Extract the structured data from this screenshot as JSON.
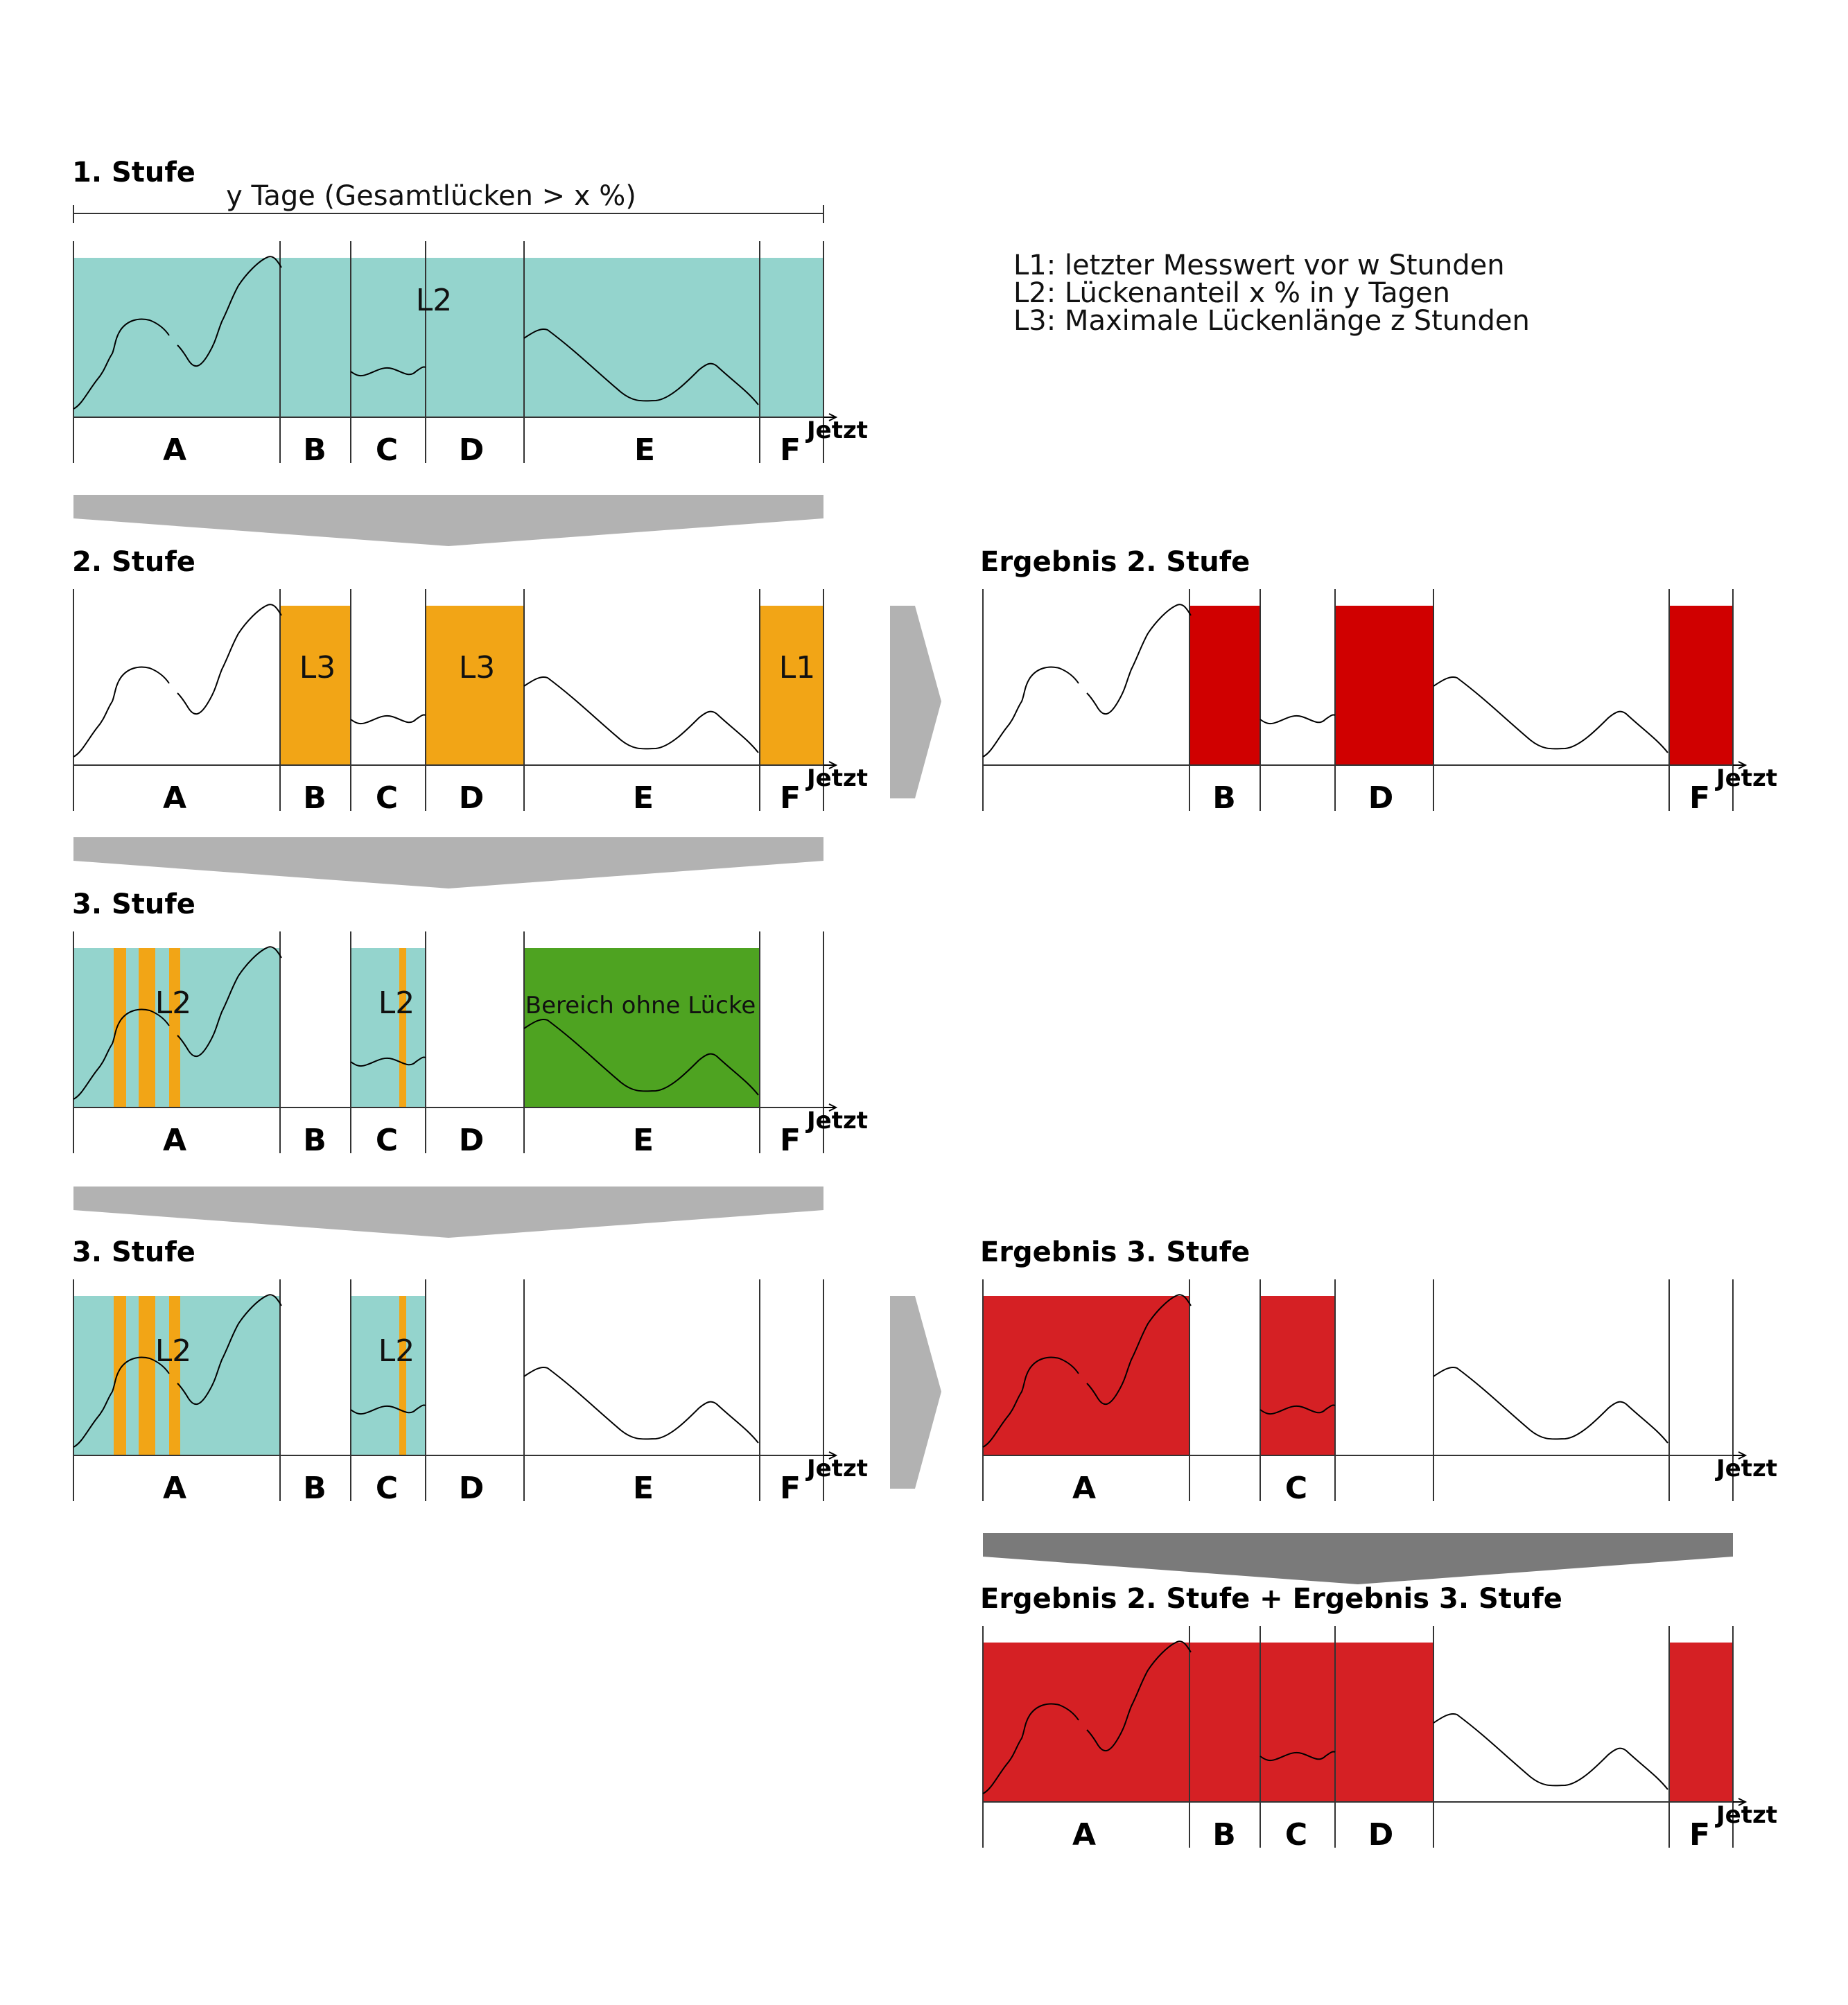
{
  "headings": {
    "stage1": "1. Stufe",
    "span": "y Tage (Gesamtlücken > x %)",
    "stage2": "2. Stufe",
    "stage3a": "3. Stufe",
    "stage3b": "3. Stufe",
    "result2": "Ergebnis 2. Stufe",
    "result3": "Ergebnis 3. Stufe",
    "combined": "Ergebnis 2. Stufe + Ergebnis 3. Stufe"
  },
  "legend": [
    "L1: letzter Messwert vor w Stunden",
    "L2: Lückenanteil x % in y Tagen",
    "L3: Maximale Lückenlänge z Stunden"
  ],
  "segment_names": [
    "A",
    "B",
    "C",
    "D",
    "E",
    "F"
  ],
  "now_label": "Jetzt",
  "codes": {
    "l1": "L1",
    "l2": "L2",
    "l3": "L3"
  },
  "no_gap_label": "Bereich ohne Lücke",
  "colors": {
    "teal": "#94d4cd",
    "orange": "#f2a516",
    "green": "#4ea321",
    "red_dark": "#d00000",
    "red": "#d52024",
    "arrow_light": "#b2b2b2",
    "arrow_dark": "#7a7a7a"
  }
}
